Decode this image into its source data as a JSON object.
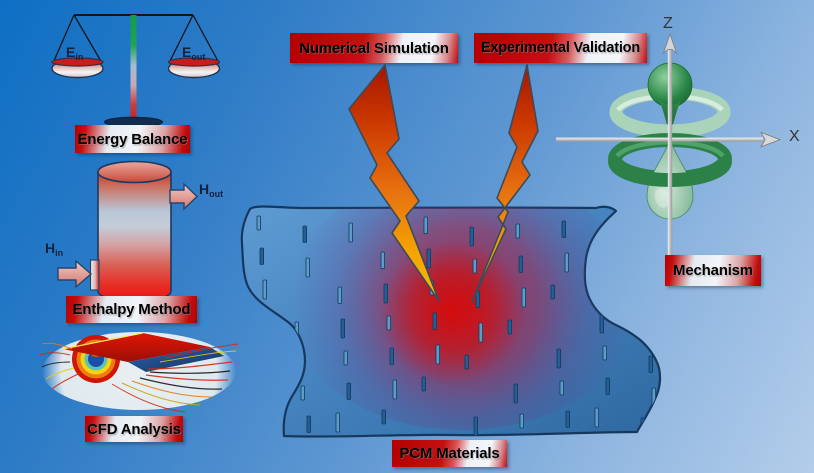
{
  "tags": {
    "numerical_simulation": "Numerical Simulation",
    "experimental_validation": "Experimental Validation",
    "energy_balance": "Energy Balance",
    "enthalpy_method": "Enthalpy Method",
    "cfd_analysis": "CFD Analysis",
    "pcm_materials": "PCM Materials",
    "mechanism": "Mechanism"
  },
  "balance": {
    "e_in": {
      "base": "E",
      "sub": "in"
    },
    "e_out": {
      "base": "E",
      "sub": "out"
    }
  },
  "enthalpy": {
    "h_in": {
      "base": "H",
      "sub": "in"
    },
    "h_out": {
      "base": "H",
      "sub": "out"
    }
  },
  "axes": {
    "z": "Z",
    "x": "X"
  },
  "colors": {
    "tag_red": "#c00000",
    "bolt_dark_red": "#a81500",
    "bolt_orange": "#e87410",
    "bolt_yellow": "#f8bc00",
    "blob_blue": "#3c7ab8",
    "hot_core_red": "#d01010",
    "orbital_green_dark": "#2b8148",
    "orbital_green_light": "#aad4ba",
    "background_blue_dark": "#0e6fc4",
    "background_blue_light": "#b3cdea"
  }
}
